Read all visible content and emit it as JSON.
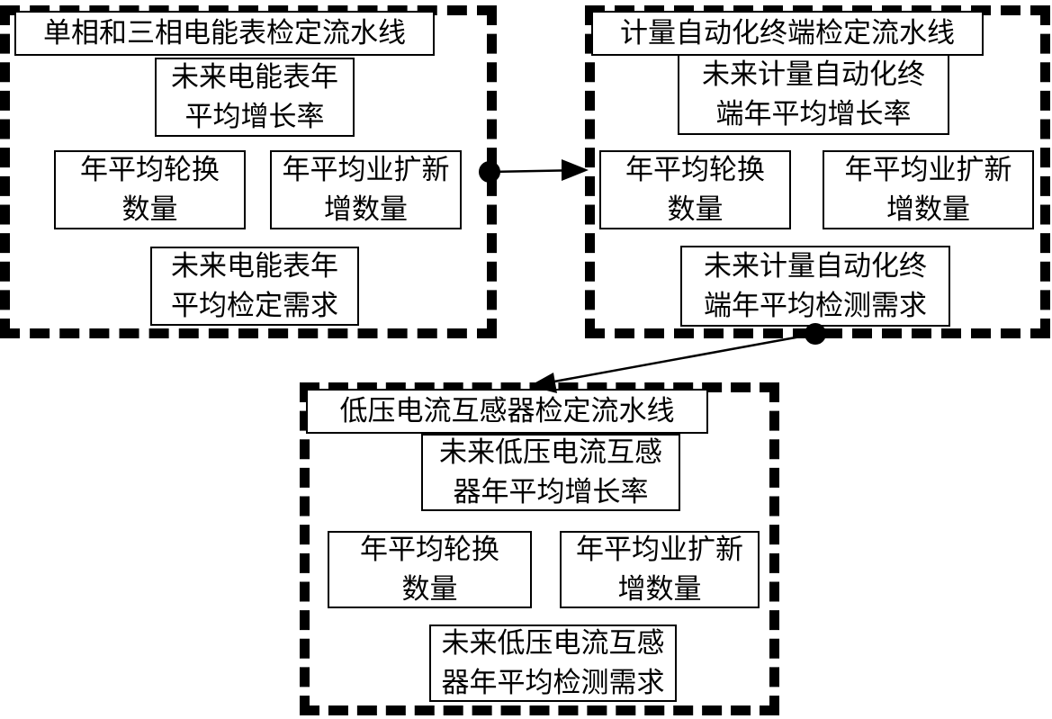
{
  "panels": {
    "meter": {
      "title": "单相和三相电能表检定流水线",
      "growth": [
        "未来电能表年",
        "平均增长率"
      ],
      "rotation": [
        "年平均轮换",
        "数量"
      ],
      "expansion": [
        "年平均业扩新",
        "增数量"
      ],
      "demand": [
        "未来电能表年",
        "平均检定需求"
      ]
    },
    "terminal": {
      "title": "计量自动化终端检定流水线",
      "growth": [
        "未来计量自动化终",
        "端年平均增长率"
      ],
      "rotation": [
        "年平均轮换",
        "数量"
      ],
      "expansion": [
        "年平均业扩新",
        "增数量"
      ],
      "demand": [
        "未来计量自动化终",
        "端年平均检测需求"
      ]
    },
    "ct": {
      "title": "低压电流互感器检定流水线",
      "growth": [
        "未来低压电流互感",
        "器年平均增长率"
      ],
      "rotation": [
        "年平均轮换",
        "数量"
      ],
      "expansion": [
        "年平均业扩新",
        "增数量"
      ],
      "demand": [
        "未来低压电流互感",
        "器年平均检测需求"
      ]
    }
  },
  "connectors": [
    {
      "from": "meter",
      "to": "terminal"
    },
    {
      "from": "terminal",
      "to": "ct"
    }
  ]
}
